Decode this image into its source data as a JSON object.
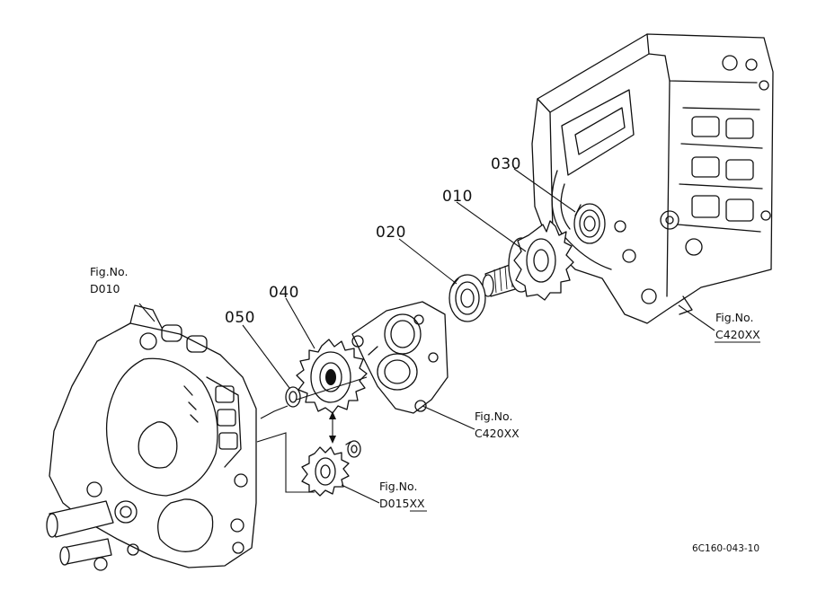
{
  "parts": [
    {
      "id": "p010",
      "number": "010",
      "name": "gear-shaft"
    },
    {
      "id": "p020",
      "number": "020",
      "name": "ball-bearing"
    },
    {
      "id": "p030",
      "number": "030",
      "name": "ball-bearing"
    },
    {
      "id": "p040",
      "number": "040",
      "name": "gear"
    },
    {
      "id": "p050",
      "number": "050",
      "name": "retaining-ring"
    }
  ],
  "figure_refs": [
    {
      "id": "d010",
      "label": "Fig.No.",
      "code": "D010"
    },
    {
      "id": "c420-top",
      "label": "Fig.No.",
      "code": "C420XX"
    },
    {
      "id": "c420-mid",
      "label": "Fig.No.",
      "code": "C420XX"
    },
    {
      "id": "d015",
      "label": "Fig.No.",
      "code": "D015XX"
    }
  ],
  "drawing_code": "6C160-043-10"
}
